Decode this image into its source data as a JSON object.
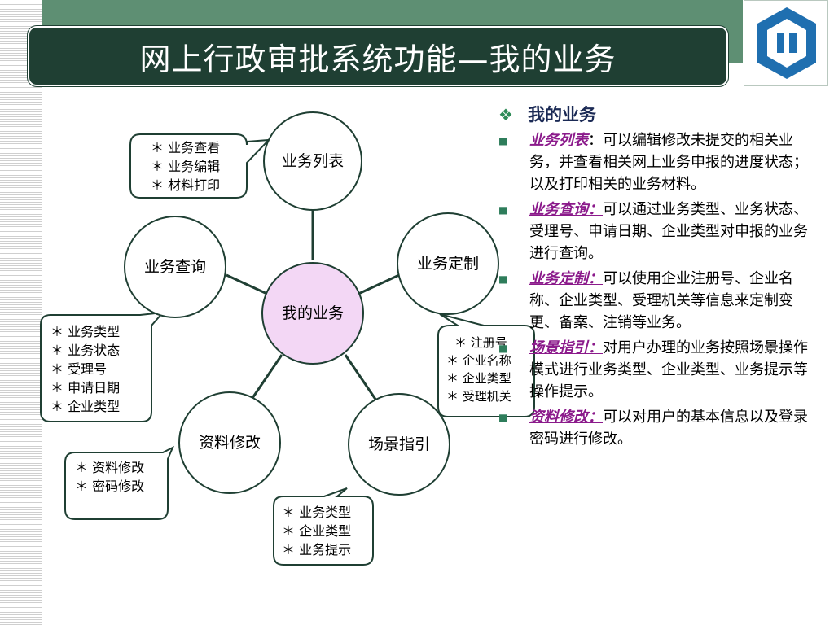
{
  "title": "网上行政审批系统功能—我的业务",
  "diagram": {
    "center": "我的业务",
    "nodes": {
      "list": "业务列表",
      "query": "业务查询",
      "custom": "业务定制",
      "modify": "资料修改",
      "scene": "场景指引"
    },
    "callouts": {
      "list": [
        "＊ 业务查看",
        "＊ 业务编辑",
        "＊ 材料打印"
      ],
      "query": [
        "＊ 业务类型",
        "＊ 业务状态",
        "＊ 受理号",
        "＊ 申请日期",
        "＊ 企业类型"
      ],
      "custom": [
        "＊ 注册号",
        "＊ 企业名称",
        "＊ 企业类型",
        "＊ 受理机关"
      ],
      "modify": [
        "＊ 资料修改",
        "＊ 密码修改"
      ],
      "scene": [
        "＊ 业务类型",
        "＊ 企业类型",
        "＊ 业务提示"
      ]
    }
  },
  "panel": {
    "heading": "我的业务",
    "items": [
      {
        "keyword": "业务列表",
        "sep": "：",
        "text": "可以编辑修改未提交的相关业务，并查看相关网上业务申报的进度状态；以及打印相关的业务材料。"
      },
      {
        "keyword": "业务查询：",
        "sep": "",
        "text": "可以通过业务类型、业务状态、受理号、申请日期、企业类型对申报的业务进行查询。"
      },
      {
        "keyword": "业务定制：",
        "sep": "",
        "text": "可以使用企业注册号、企业名称、企业类型、受理机关等信息来定制变更、备案、注销等业务。"
      },
      {
        "keyword": "场景指引：",
        "sep": "",
        "text": "对用户办理的业务按照场景操作模式进行业务类型、企业类型、业务提示等操作提示。"
      },
      {
        "keyword": "资料修改：",
        "sep": "",
        "text": "可以对用户的基本信息以及登录密码进行修改。"
      }
    ]
  },
  "colors": {
    "title_bg": "#1f3f33",
    "band": "#5e8f73",
    "center_fill": "#f3d7f5",
    "keyword": "#8b1a8b",
    "logo_blue": "#1f6fb0"
  },
  "icons": {
    "bullet": "square-bullet-icon",
    "heading": "four-diamond-icon",
    "logo": "company-logo"
  }
}
